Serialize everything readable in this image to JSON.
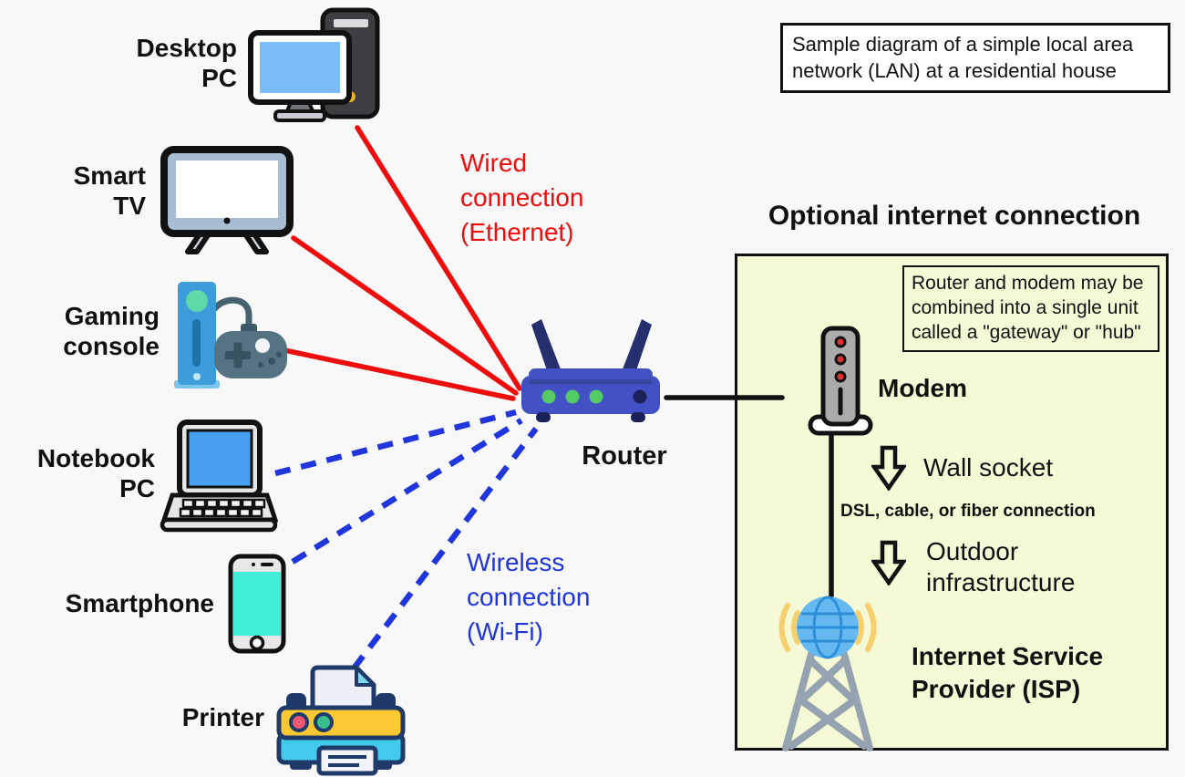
{
  "caption_box": {
    "text": "Sample diagram of a simple local area network (LAN) at a residential house"
  },
  "devices": [
    {
      "label": "Desktop PC",
      "icon": "desktop-pc-icon",
      "connection": "wired"
    },
    {
      "label": "Smart TV",
      "icon": "smart-tv-icon",
      "connection": "wired"
    },
    {
      "label": "Gaming console",
      "icon": "gaming-console-icon",
      "connection": "wired"
    },
    {
      "label": "Notebook PC",
      "icon": "notebook-pc-icon",
      "connection": "wireless"
    },
    {
      "label": "Smartphone",
      "icon": "smartphone-icon",
      "connection": "wireless"
    },
    {
      "label": "Printer",
      "icon": "printer-icon",
      "connection": "wireless"
    }
  ],
  "router": {
    "label": "Router"
  },
  "legend": {
    "wired": {
      "label": "Wired connection (Ethernet)",
      "color": "#ee0d0d",
      "style": "solid"
    },
    "wireless": {
      "label": "Wireless connection (Wi-Fi)",
      "color": "#2135dc",
      "style": "dashed"
    }
  },
  "optional_panel": {
    "title": "Optional internet connection",
    "note": "Router and modem may be combined into a single unit called a \"gateway\" or \"hub\"",
    "modem_label": "Modem",
    "wall_socket_label": "Wall socket",
    "line_label": "DSL, cable, or fiber connection",
    "outdoor_label": "Outdoor infrastructure",
    "isp_label": "Internet Service Provider (ISP)",
    "panel_color": "#f6f9d6"
  }
}
